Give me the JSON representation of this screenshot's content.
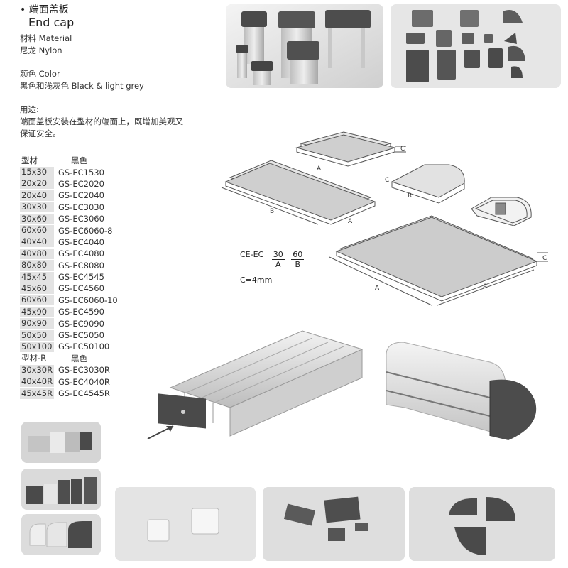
{
  "header": {
    "bullet": "•",
    "title_cn": "端面盖板",
    "title_en": "End cap"
  },
  "material": {
    "label": "材料 Material",
    "value": "尼龙  Nylon"
  },
  "color": {
    "label": "颜色  Color",
    "value": "黑色和浅灰色  Black & light grey"
  },
  "usage": {
    "label": "用途:",
    "line1": "端面盖板安装在型材的端面上，既增加美观又",
    "line2": "保证安全。"
  },
  "table": {
    "header": {
      "profile": "型材",
      "color": "黑色"
    },
    "rows": [
      {
        "size": "15x30",
        "code": "GS-EC1530"
      },
      {
        "size": "20x20",
        "code": "GS-EC2020"
      },
      {
        "size": "20x40",
        "code": "GS-EC2040"
      },
      {
        "size": "30x30",
        "code": "GS-EC3030"
      },
      {
        "size": "30x60",
        "code": "GS-EC3060"
      },
      {
        "size": "60x60",
        "code": "GS-EC6060-8"
      },
      {
        "size": "40x40",
        "code": "GS-EC4040"
      },
      {
        "size": "40x80",
        "code": "GS-EC4080"
      },
      {
        "size": "80x80",
        "code": "GS-EC8080"
      },
      {
        "size": "45x45",
        "code": "GS-EC4545"
      },
      {
        "size": "45x60",
        "code": "GS-EC4560"
      },
      {
        "size": "60x60",
        "code": "GS-EC6060-10"
      },
      {
        "size": "45x90",
        "code": "GS-EC4590"
      },
      {
        "size": "90x90",
        "code": "GS-EC9090"
      },
      {
        "size": "50x50",
        "code": "GS-EC5050"
      },
      {
        "size": "50x100",
        "code": "GS-EC50100"
      }
    ],
    "header_r": {
      "profile": "型材-R",
      "color": "黑色"
    },
    "rows_r": [
      {
        "size": "30x30R",
        "code": "GS-EC3030R"
      },
      {
        "size": "40x40R",
        "code": "GS-EC4040R"
      },
      {
        "size": "45x45R",
        "code": "GS-EC4545R"
      }
    ]
  },
  "diagram": {
    "ce_ec": "CE-EC",
    "a_val": "30",
    "b_val": "60",
    "a_label": "A",
    "b_label": "B",
    "c_eq": "C=4mm",
    "dim_a": "A",
    "dim_b": "B",
    "dim_c": "C"
  },
  "colors": {
    "cap_dark": "#4a4a4a",
    "cap_light": "#d6d6d6",
    "table_bg": "#e3e3e3"
  }
}
